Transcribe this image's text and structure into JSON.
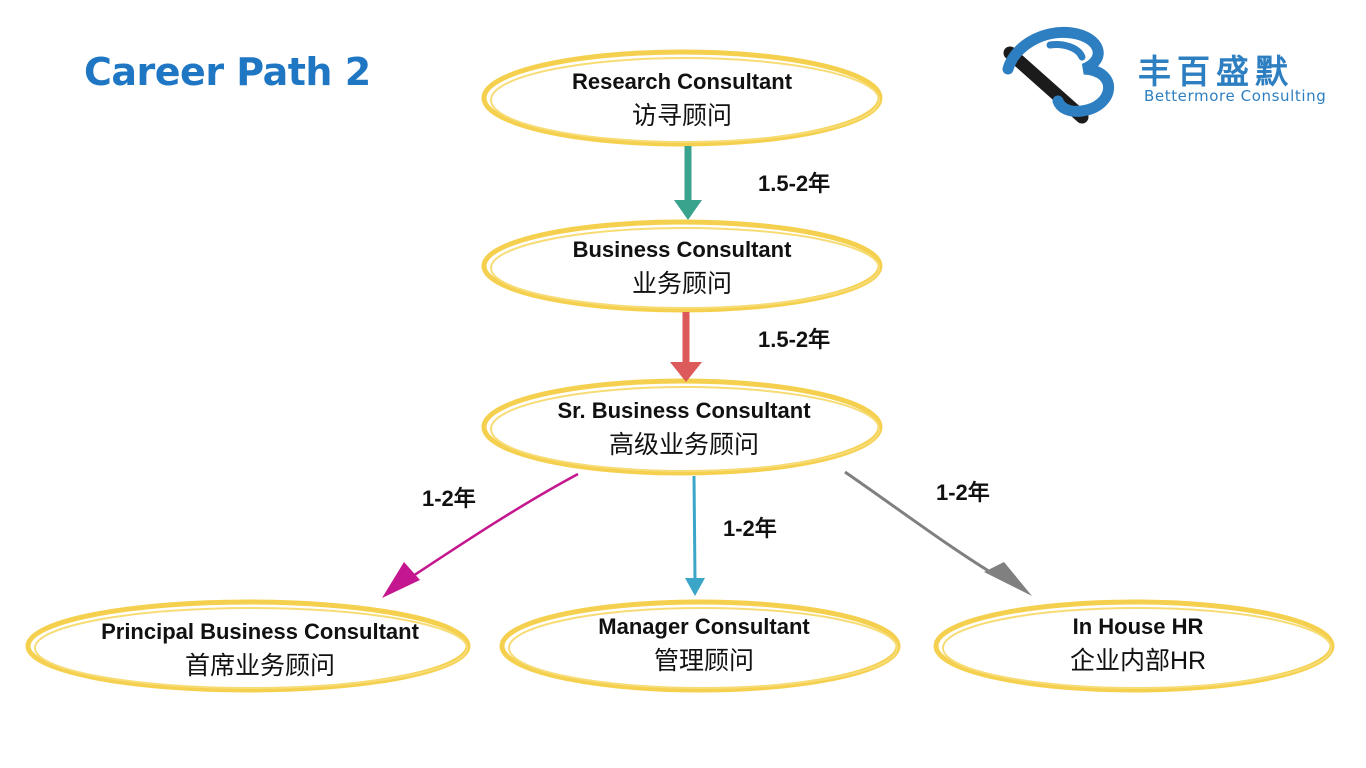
{
  "slide": {
    "title": "Career Path 2"
  },
  "logo": {
    "name_cn": "丰百盛默",
    "name_en": "Bettermore Consulting"
  },
  "nodes": {
    "research": {
      "en": "Research Consultant",
      "cn": "访寻顾问"
    },
    "business": {
      "en": "Business Consultant",
      "cn": "业务顾问"
    },
    "senior": {
      "en": "Sr. Business Consultant",
      "cn": "高级业务顾问"
    },
    "principal": {
      "en": "Principal Business Consultant",
      "cn": "首席业务顾问"
    },
    "manager": {
      "en": "Manager Consultant",
      "cn": "管理顾问"
    },
    "inhouse": {
      "en": "In House HR",
      "cn": "企业内部HR"
    }
  },
  "durations": {
    "research_to_business": "1.5-2年",
    "business_to_senior": "1.5-2年",
    "senior_to_principal": "1-2年",
    "senior_to_manager": "1-2年",
    "senior_to_inhouse": "1-2年"
  },
  "colors": {
    "ellipse_stroke": "#f5d04f",
    "arrow_teal": "#3aa38e",
    "arrow_red": "#dd5a5a",
    "arrow_magenta": "#c4168f",
    "arrow_blue": "#3ba6c8",
    "arrow_gray": "#808080",
    "title": "#1f77c4",
    "logo": "#2e7fc1"
  }
}
